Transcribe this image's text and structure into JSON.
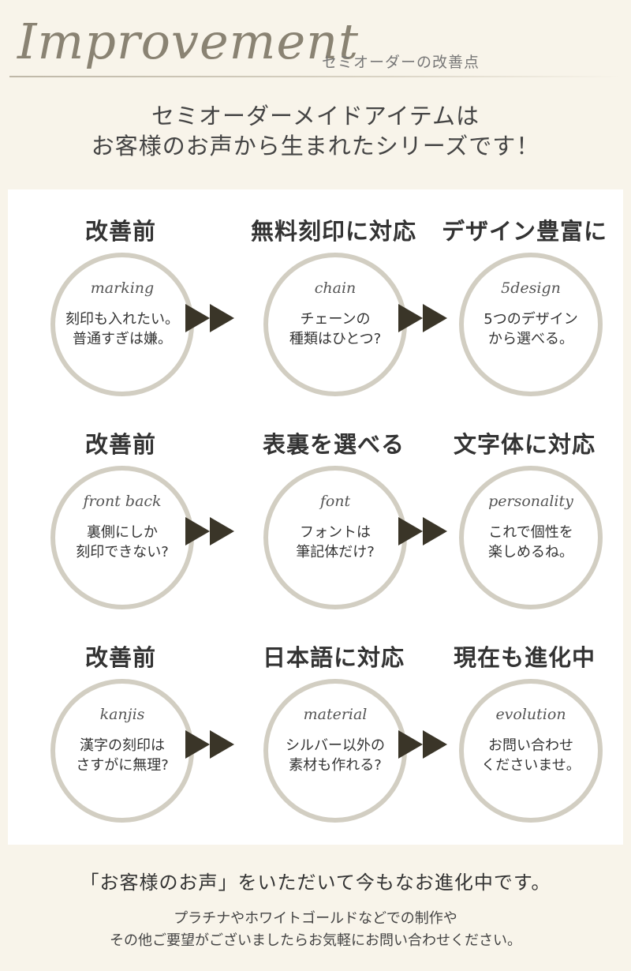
{
  "header": {
    "script_title": "Improvement",
    "subtitle": "セミオーダーの改善点"
  },
  "intro": {
    "line1": "セミオーダーメイドアイテムは",
    "line2": "お客様のお声から生まれたシリーズです！"
  },
  "rows": [
    {
      "before": {
        "heading": "改善前",
        "tag": "marking",
        "text": "刻印も入れたい。\n普通すぎは嫌。"
      },
      "mid": {
        "heading": "無料刻印に対応",
        "tag": "chain",
        "text": "チェーンの\n種類はひとつ?"
      },
      "after": {
        "heading": "デザイン豊富に",
        "tag": "5design",
        "text": "5つのデザイン\nから選べる。"
      }
    },
    {
      "before": {
        "heading": "改善前",
        "tag": "front back",
        "text": "裏側にしか\n刻印できない?"
      },
      "mid": {
        "heading": "表裏を選べる",
        "tag": "font",
        "text": "フォントは\n筆記体だけ?"
      },
      "after": {
        "heading": "文字体に対応",
        "tag": "personality",
        "text": "これで個性を\n楽しめるね。"
      }
    },
    {
      "before": {
        "heading": "改善前",
        "tag": "kanjis",
        "text": "漢字の刻印は\nさすがに無理?"
      },
      "mid": {
        "heading": "日本語に対応",
        "tag": "material",
        "text": "シルバー以外の\n素材も作れる?"
      },
      "after": {
        "heading": "現在も進化中",
        "tag": "evolution",
        "text": "お問い合わせ\nくださいませ。"
      }
    }
  ],
  "footer": {
    "line1": "「お客様のお声」をいただいて今もなお進化中です。",
    "line2": "プラチナやホワイトゴールドなどでの制作や\nその他ご要望がございましたらお気軽にお問い合わせください。"
  },
  "colors": {
    "background": "#f8f4ea",
    "circle_border": "#d2cec2",
    "arrow": "#3a3528"
  }
}
